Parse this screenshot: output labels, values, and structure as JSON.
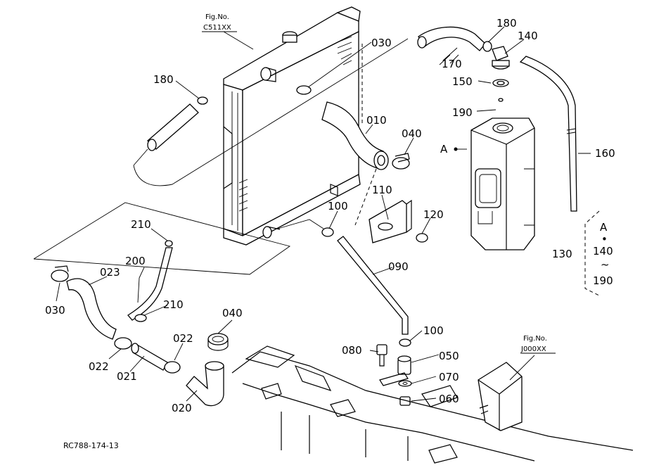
{
  "diagram": {
    "code": "RC788-174-13",
    "references": [
      {
        "id": "ref-c511",
        "line1": "Fig.No.",
        "line2": "C511XX"
      },
      {
        "id": "ref-j000",
        "line1": "Fig.No.",
        "line2": "J000XX"
      }
    ],
    "part_labels": [
      "180",
      "030",
      "180",
      "140",
      "170",
      "150",
      "190",
      "010",
      "040",
      "A",
      "160",
      "110",
      "100",
      "120",
      "210",
      "200",
      "023",
      "030",
      "090",
      "130",
      "210",
      "040",
      "100",
      "022",
      "080",
      "050",
      "022",
      "021",
      "070",
      "060",
      "020"
    ],
    "inset": {
      "letter": "A",
      "dot": "•",
      "from": "140",
      "tilde": "~",
      "to": "190"
    }
  }
}
